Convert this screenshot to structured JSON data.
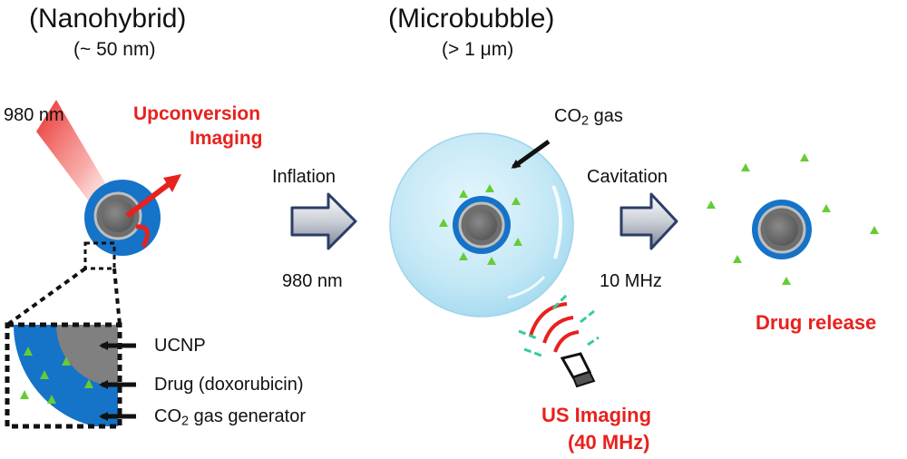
{
  "nanohybrid": {
    "title": "(Nanohybrid)",
    "size": "(~ 50 nm)"
  },
  "microbubble": {
    "title": "(Microbubble)",
    "size": "(> 1 μm)"
  },
  "laser_label": "980 nm",
  "upconversion": {
    "line1": "Upconversion",
    "line2": "Imaging"
  },
  "inflation": {
    "label": "Inflation",
    "wavelength": "980 nm"
  },
  "co2_gas": {
    "prefix": "CO",
    "sub": "2",
    "suffix": " gas"
  },
  "cavitation": {
    "label": "Cavitation",
    "frequency": "10 MHz"
  },
  "drug_release": "Drug release",
  "us_imaging": {
    "line1": "US Imaging",
    "line2": "(40 MHz)"
  },
  "legend": {
    "ucnp": "UCNP",
    "drug": "Drug (doxorubicin)",
    "generator": {
      "prefix": "CO",
      "sub": "2",
      "suffix": " gas generator"
    }
  },
  "colors": {
    "shell_blue": "#1573c8",
    "core_gray": "#6e6e6e",
    "drug_green": "#66cc33",
    "bubble": "#bfe6f5",
    "accent_red": "#e8211d",
    "wave_teal": "#33cc99"
  }
}
